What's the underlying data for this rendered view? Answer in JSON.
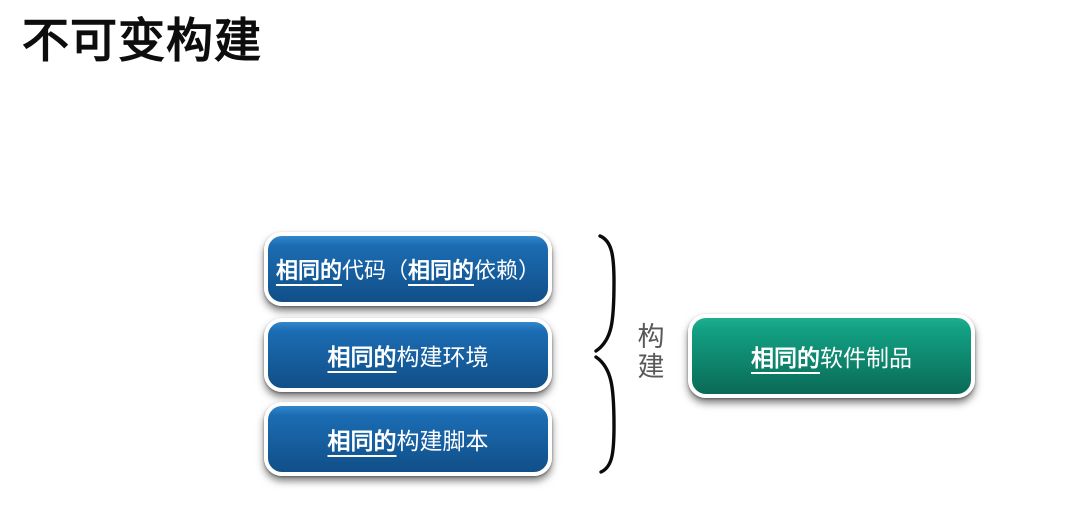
{
  "page": {
    "title": "不可变构建"
  },
  "colors": {
    "blue_top": "#3287cb",
    "blue_mid": "#1b6cb3",
    "blue_bottom": "#114f88",
    "green_top": "#1fae8d",
    "green_mid": "#12a183",
    "green_bottom": "#0a6a57",
    "brace_label": "#595959",
    "underline": "#ffffff"
  },
  "input_boxes": [
    {
      "seg_bold_1": "相同的",
      "seg_plain_1": "代码（",
      "seg_bold_2": "相同的",
      "seg_plain_2": "依赖）"
    },
    {
      "seg_bold_1": "相同的",
      "seg_plain_1": "构建环境"
    },
    {
      "seg_bold_1": "相同的",
      "seg_plain_1": "构建脚本"
    }
  ],
  "brace": {
    "label": "构建"
  },
  "output_box": {
    "seg_bold_1": "相同的",
    "seg_plain_1": "软件制品"
  }
}
